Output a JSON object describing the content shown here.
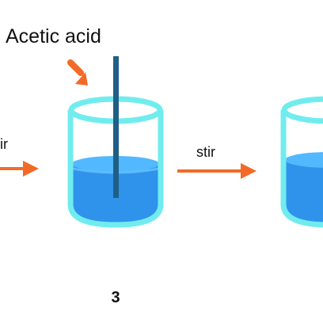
{
  "labels": {
    "reagent": "Acetic acid",
    "stir_left": "ir",
    "stir_middle": "stir",
    "step_number": "3"
  },
  "colors": {
    "beaker_outline": "#71ecee",
    "liquid_top": "#52b8ff",
    "liquid": "#2f93ec",
    "liquid_highlight": "#6cc7ff",
    "arrow": "#f36a27",
    "stirring_rod": "#1f5f86",
    "text": "#111111"
  },
  "icons": {
    "reagent_pointer": "down-right-arrow-icon",
    "process_arrows": "right-arrow-icon",
    "stirring_rod": "stirring-rod-icon"
  }
}
